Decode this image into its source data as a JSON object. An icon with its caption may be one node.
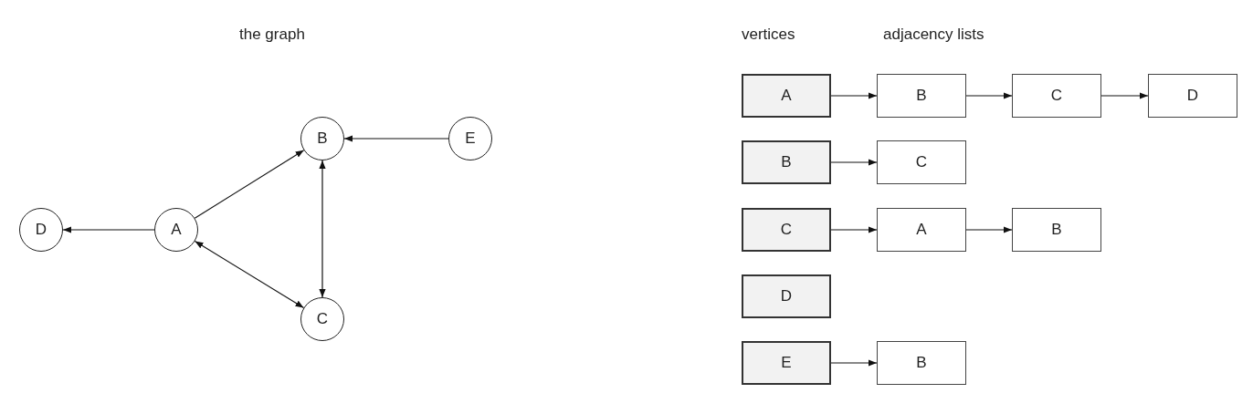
{
  "diagram": {
    "nodes": [
      {
        "text": [
          "B"
        ]
      },
      {
        "text": [
          "E"
        ]
      },
      {
        "text": [
          "D"
        ]
      },
      {
        "text": [
          "A"
        ]
      },
      {
        "text": [
          "C"
        ]
      },
      {
        "text": [
          "A"
        ]
      },
      {
        "text": [
          "B"
        ]
      },
      {
        "text": [
          "C"
        ]
      },
      {
        "text": [
          "D"
        ]
      },
      {
        "text": [
          "B"
        ]
      },
      {
        "text": [
          "C"
        ]
      },
      {
        "text": [
          "C"
        ]
      },
      {
        "text": [
          "A"
        ]
      },
      {
        "text": [
          "B"
        ]
      },
      {
        "text": [
          "D"
        ]
      },
      {
        "text": [
          "E"
        ]
      },
      {
        "text": [
          "B"
        ]
      }
    ],
    "edges": [
      {
        "from": 3,
        "to": 0,
        "arrow": "to"
      },
      {
        "from": 3,
        "to": 2,
        "arrow": "to"
      },
      {
        "from": 1,
        "to": 0,
        "arrow": "to"
      },
      {
        "from": 0,
        "to": 4,
        "arrow": "both"
      },
      {
        "from": 3,
        "to": 4,
        "arrow": "both"
      },
      {
        "from": 5,
        "to": 6,
        "arrow": "to"
      },
      {
        "from": 6,
        "to": 7,
        "arrow": "to"
      },
      {
        "from": 7,
        "to": 8,
        "arrow": "to"
      },
      {
        "from": 9,
        "to": 10,
        "arrow": "to"
      },
      {
        "from": 11,
        "to": 12,
        "arrow": "to"
      },
      {
        "from": 12,
        "to": 13,
        "arrow": "to"
      },
      {
        "from": 15,
        "to": 16,
        "arrow": "to"
      }
    ],
    "labels": [
      "the graph",
      "vertices",
      "adjacency lists"
    ]
  }
}
